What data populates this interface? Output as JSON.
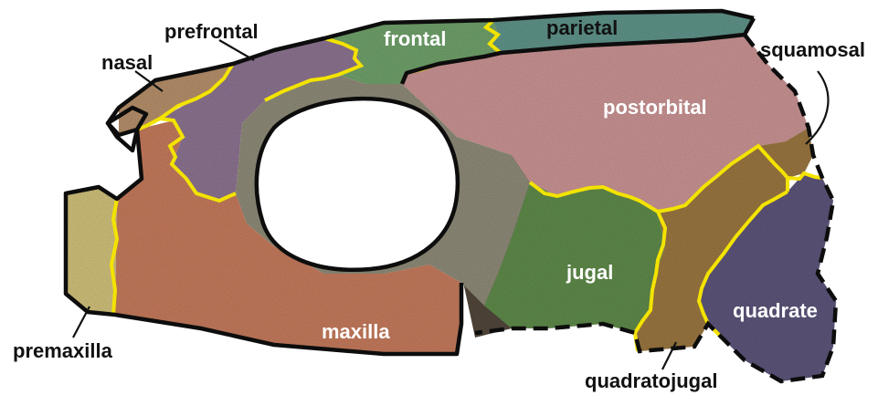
{
  "figure": {
    "labels": {
      "prefrontal": "prefrontal",
      "nasal": "nasal",
      "frontal": "frontal",
      "parietal": "parietal",
      "squamosal": "squamosal",
      "postorbital": "postorbital",
      "jugal": "jugal",
      "maxilla": "maxilla",
      "premaxilla": "premaxilla",
      "quadrate": "quadrate",
      "quadratojugal": "quadratojugal"
    },
    "colors": {
      "background": "#ffffff",
      "suture": "#f3e300",
      "outline": "#0d0d0d",
      "premaxilla": "#cfc07a",
      "maxilla": "#c47a5c",
      "nasal": "#b58f6a",
      "prefrontal": "#8c7390",
      "frontal": "#6fa06a",
      "parietal": "#5f9389",
      "postorbital": "#c99393",
      "jugal": "#5f8a4a",
      "quadratojugal": "#9a7640",
      "quadrate": "#5d557a",
      "orbit_rim": "#8e8a78",
      "cavity": "#4a4036"
    }
  }
}
